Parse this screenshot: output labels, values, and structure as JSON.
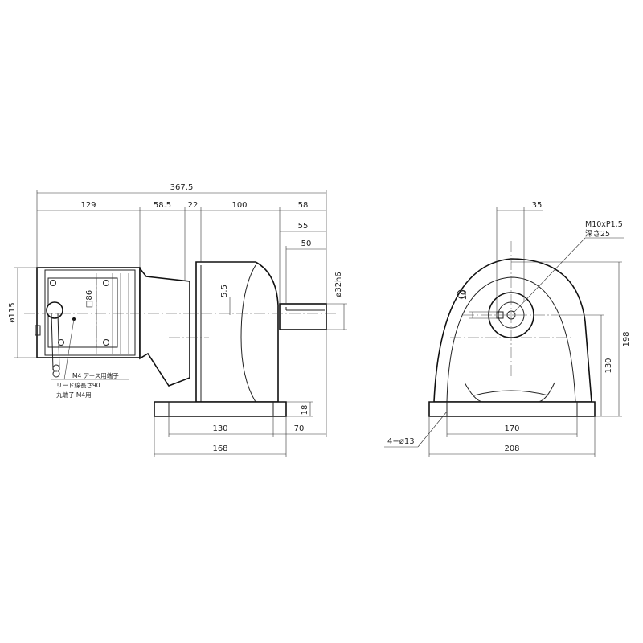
{
  "side_view": {
    "overall_length": "367.5",
    "motor_length": "129",
    "flange_length": "58.5",
    "neck_length": "22",
    "gear_length": "100",
    "shaft_total": "58",
    "shaft_mid": "55",
    "key_length": "50",
    "motor_dia": "ø115",
    "terminal_box": "□86",
    "key_offset": "5.5",
    "shaft_dia": "ø32h6",
    "foot_height": "18",
    "foot_hole_pitch": "130",
    "foot_overhang": "70",
    "foot_length": "168",
    "note_line1": "M4 アース用端子",
    "note_line2": "リード線長さ90",
    "note_line3": "丸端子 M4用"
  },
  "front_view": {
    "key_to_center": "35",
    "tap_spec": "M10xP1.5",
    "tap_depth": "深さ25",
    "key_width": "10",
    "overall_height": "198",
    "shaft_height": "130",
    "foot_hole_pitch": "170",
    "hole_spec": "4−ø13",
    "foot_width": "208"
  }
}
